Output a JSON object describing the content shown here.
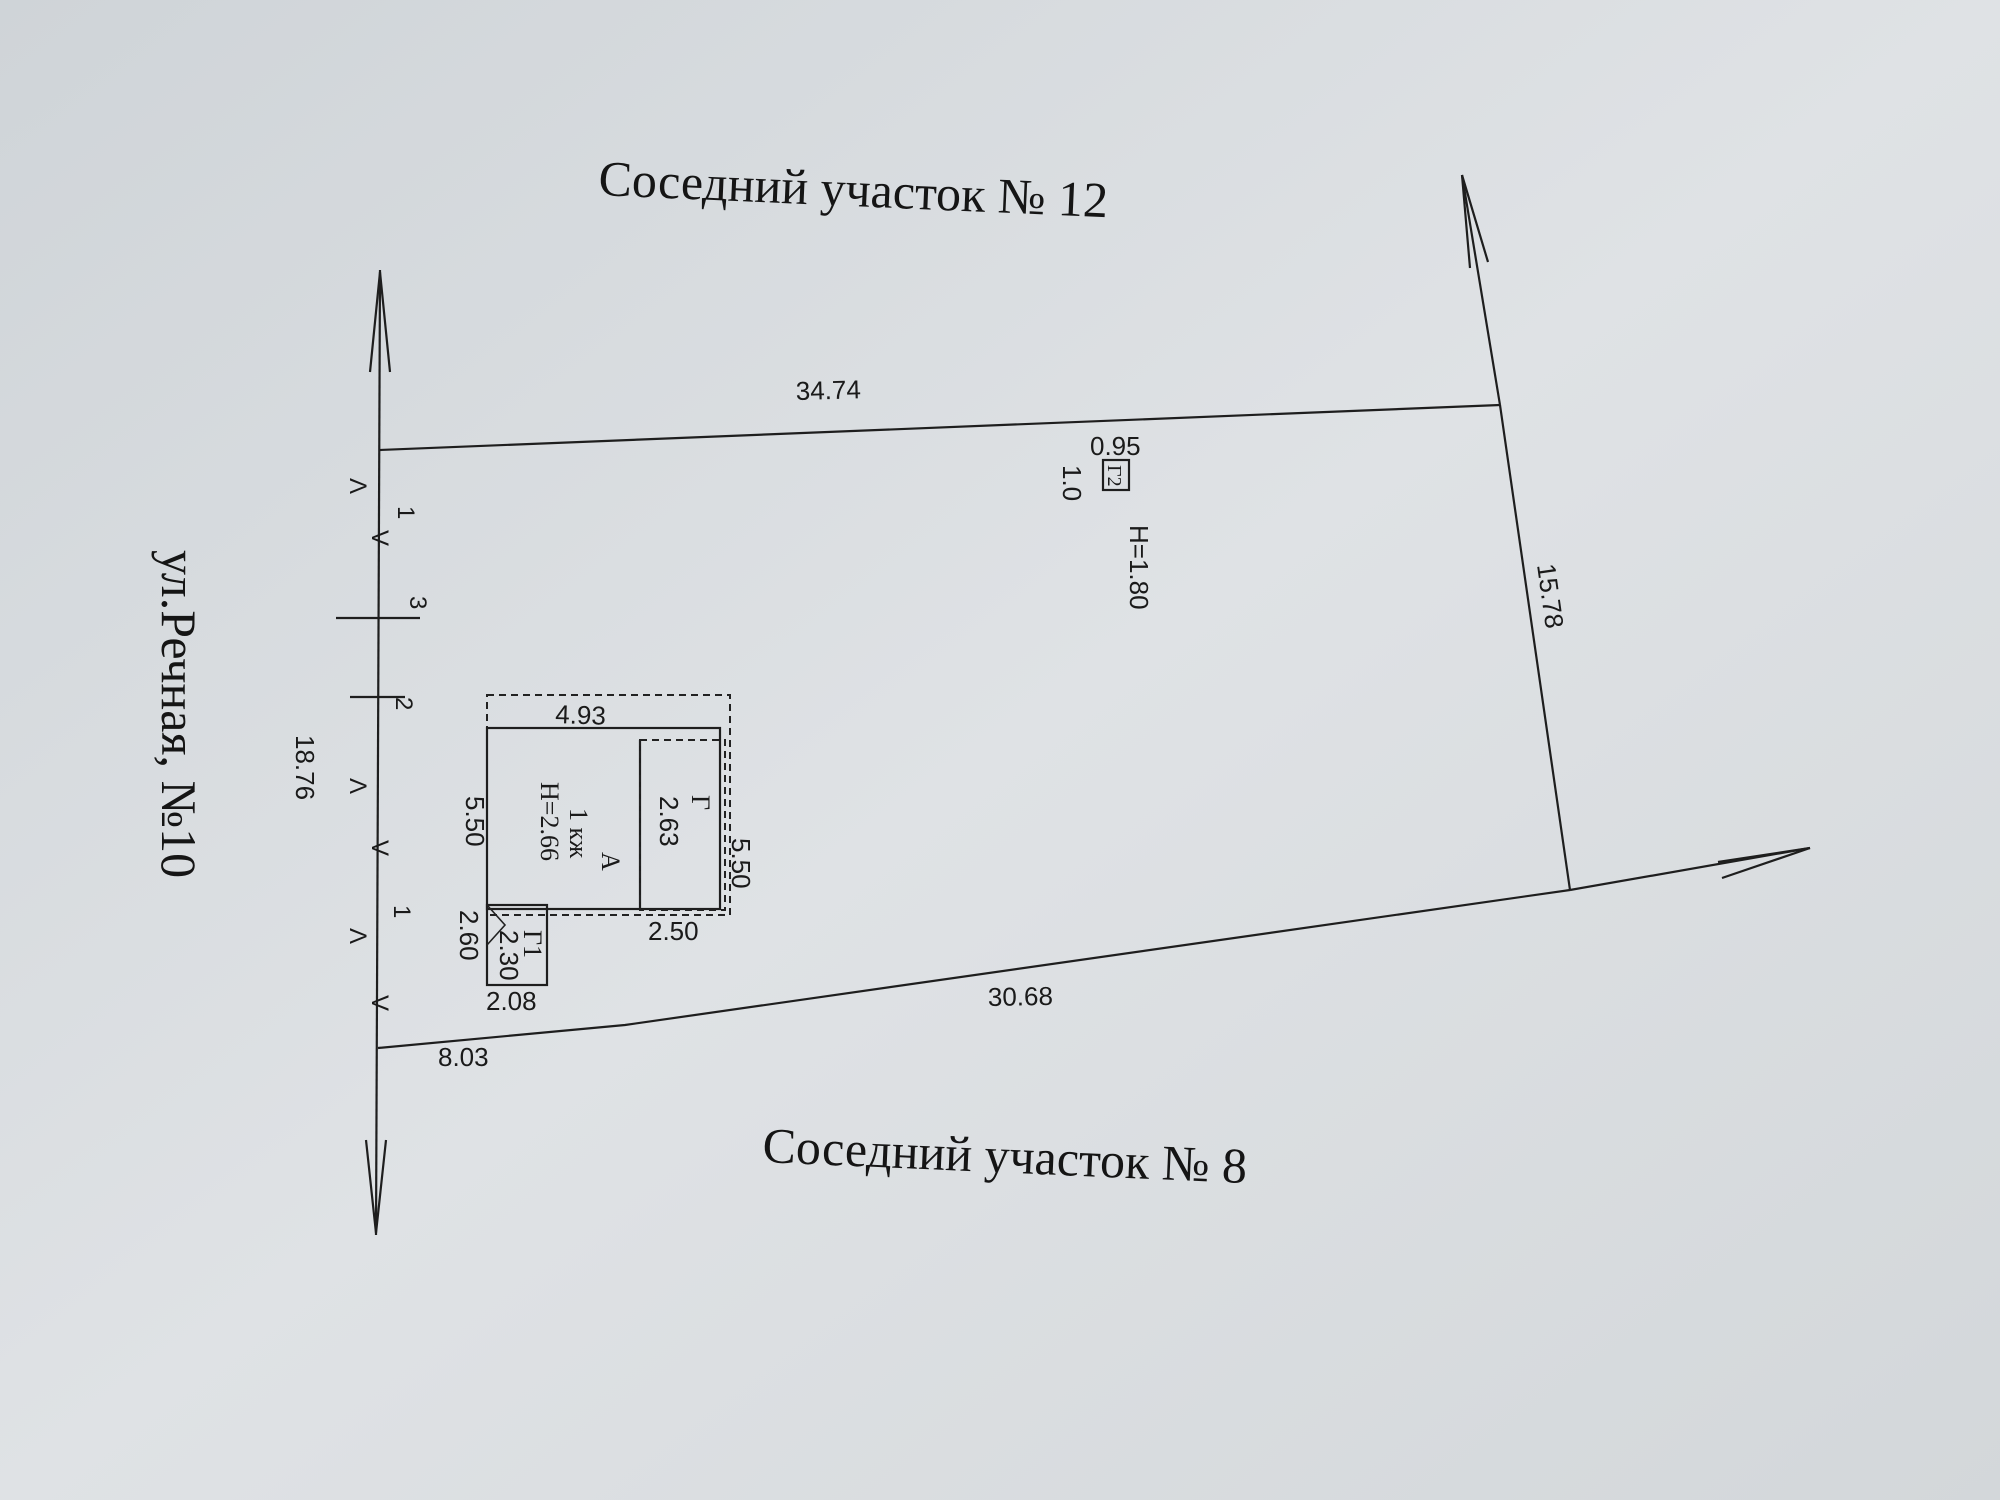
{
  "labels": {
    "neighbor_north": "Соседний участок № 12",
    "neighbor_south": "Соседний участок № 8",
    "street": "ул.Речная, №10"
  },
  "dimensions": {
    "top_edge": "34.74",
    "right_edge": "15.78",
    "bottom_edge": "30.68",
    "bottom_left_segment": "8.03",
    "left_edge": "18.76"
  },
  "house": {
    "width": "4.93",
    "depth_left": "5.50",
    "depth_right": "5.50",
    "letter": "А",
    "floors": "1 кж",
    "height": "Н=2.66",
    "annex_letter": "Г",
    "annex_width": "2.63",
    "annex_bottom": "2.50"
  },
  "shed": {
    "letter": "Г1",
    "dim_inner": "2.30",
    "dim_side": "2.60",
    "dim_bottom": "2.08"
  },
  "toilet": {
    "letter": "Г2",
    "dim_top": "0.95",
    "dim_side": "1.0"
  },
  "fence": {
    "height": "Н=1.80"
  },
  "edge_marks": {
    "m1": "1",
    "m2": "3",
    "m3": "2",
    "m4": "1"
  },
  "colors": {
    "paper": "#d9dde0",
    "ink": "#1e1e1e"
  }
}
